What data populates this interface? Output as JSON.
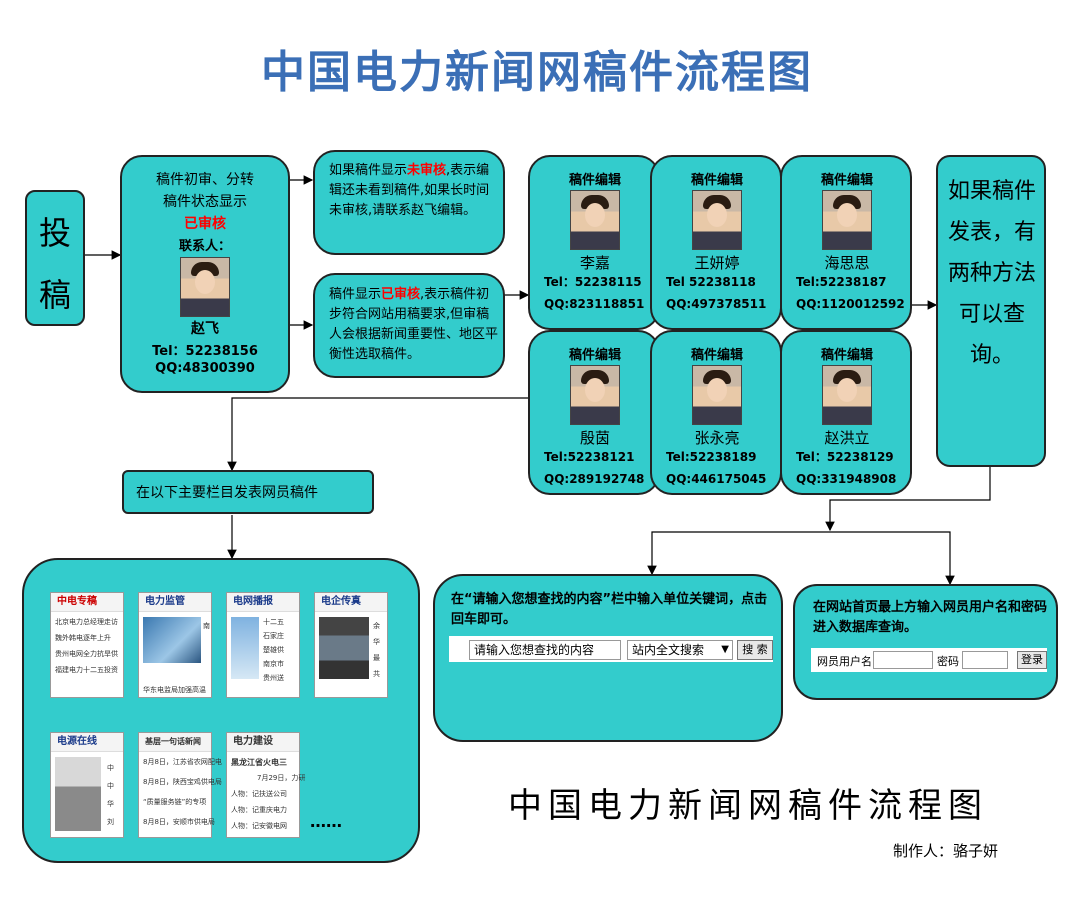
{
  "title": "中国电力新闻网稿件流程图",
  "submit_box": {
    "line1": "投",
    "line2": "稿"
  },
  "review_box": {
    "line1": "稿件初审、分转",
    "line2": "稿件状态显示",
    "status": "已审核",
    "contact_label": "联系人：",
    "name": "赵飞",
    "tel": "Tel：52238156",
    "qq": "QQ:48300390"
  },
  "unreviewed_box": {
    "pre": "如果稿件显示",
    "status": "未审核",
    "post": ",表示编辑还未看到稿件,如果长时间未审核,请联系赵飞编辑。"
  },
  "reviewed_box": {
    "pre": "稿件显示",
    "status": "已审核",
    "post": ",表示稿件初步符合网站用稿要求,但审稿人会根据新闻重要性、地区平衡性选取稿件。"
  },
  "editors": [
    {
      "title": "稿件编辑",
      "name": "李嘉",
      "tel": "Tel：52238115",
      "qq": "QQ:823118851"
    },
    {
      "title": "稿件编辑",
      "name": "王妍婷",
      "tel": "Tel 52238118",
      "qq": "QQ:497378511"
    },
    {
      "title": "稿件编辑",
      "name": "海思思",
      "tel": "Tel:52238187",
      "qq": "QQ:1120012592"
    },
    {
      "title": "稿件编辑",
      "name": "殷茵",
      "tel": "Tel:52238121",
      "qq": "QQ:289192748"
    },
    {
      "title": "稿件编辑",
      "name": "张永亮",
      "tel": "Tel:52238189",
      "qq": "QQ:446175045"
    },
    {
      "title": "稿件编辑",
      "name": "赵洪立",
      "tel": "Tel：52238129",
      "qq": "QQ:331948908"
    }
  ],
  "published_box": {
    "text": "如果稿件发表，有两种方法可以查询。"
  },
  "columns_label": "在以下主要栏目发表网员稿件",
  "columns": [
    {
      "header": "中电专稿",
      "lines": [
        "北京电力总经理走访",
        "魏外韩电逐年上升",
        "贵州电网全力抗旱供",
        "福建电力十二五投资"
      ]
    },
    {
      "header": "电力监管",
      "lines": [
        "南",
        "",
        "华东电监局加强高温"
      ]
    },
    {
      "header": "电网播报",
      "lines": [
        "十二五",
        "石家庄",
        "楚雄供",
        "南京市",
        "贵州送"
      ]
    },
    {
      "header": "电企传真",
      "lines": [
        "余",
        "华",
        "最",
        "共"
      ]
    },
    {
      "header": "电源在线",
      "lines": [
        "中",
        "中",
        "华",
        "刘"
      ]
    },
    {
      "header": "基层一句话新闻",
      "lines": [
        "8月8日，江苏省农网配电",
        "8月8日，陕西宝鸡供电局",
        "“质量服务链”的专项",
        "8月8日，安顺市供电局"
      ]
    },
    {
      "header": "电力建设",
      "lines": [
        "黑龙江省火电三",
        "7月29日，力研",
        "人物：记扶送公司",
        "人物：记重庆电力",
        "人物：记安徽电网"
      ]
    }
  ],
  "ellipsis": "……",
  "search_box": {
    "instruction": "在“请输入您想查找的内容”栏中输入单位关键词，点击回车即可。",
    "input_placeholder": "请输入您想查找的内容",
    "select_value": "站内全文搜索",
    "button": "搜 索"
  },
  "login_box": {
    "instruction": "在网站首页最上方输入网员用户名和密码进入数据库查询。",
    "user_label": "网员用户名",
    "pass_label": "密码",
    "button": "登录"
  },
  "footer_title": "中国电力新闻网稿件流程图",
  "author": "制作人：骆子妍",
  "colors": {
    "box": "#33cccc",
    "title": "#3b6fb6",
    "status": "#ff0000"
  }
}
